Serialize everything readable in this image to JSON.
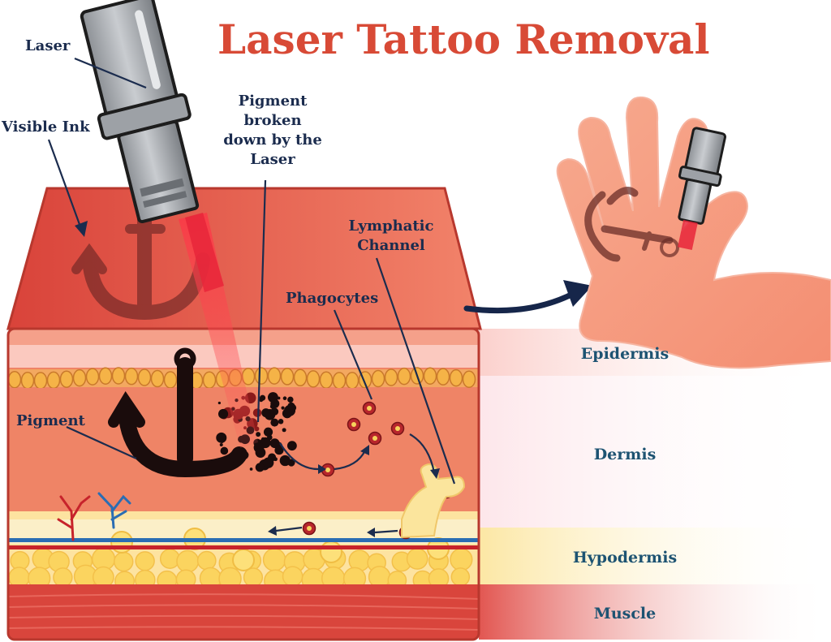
{
  "title": "Laser Tattoo Removal",
  "labels": {
    "laser": "Laser",
    "visible_ink": "Visible Ink",
    "pigment_broken": [
      "Pigment",
      "broken",
      "down by the",
      "Laser"
    ],
    "lymphatic": [
      "Lymphatic",
      "Channel"
    ],
    "phagocytes": "Phagocytes",
    "pigment": "Pigment"
  },
  "layers": [
    "Epidermis",
    "Dermis",
    "Hypodermis",
    "Muscle"
  ],
  "colors": {
    "title": "#d84a36",
    "label": "#1b2c4e",
    "layer_label": "#1d5372",
    "skin_top": "#e05a45",
    "dermis": "#f08a6a",
    "fat": "#f9d36a",
    "muscle": "#d9453c",
    "ink": "#1a0c0c",
    "laser_beam": "#e8263a"
  },
  "icons": [
    "laser-device-icon",
    "anchor-tattoo-icon",
    "hand-icon",
    "curved-arrow-icon"
  ]
}
